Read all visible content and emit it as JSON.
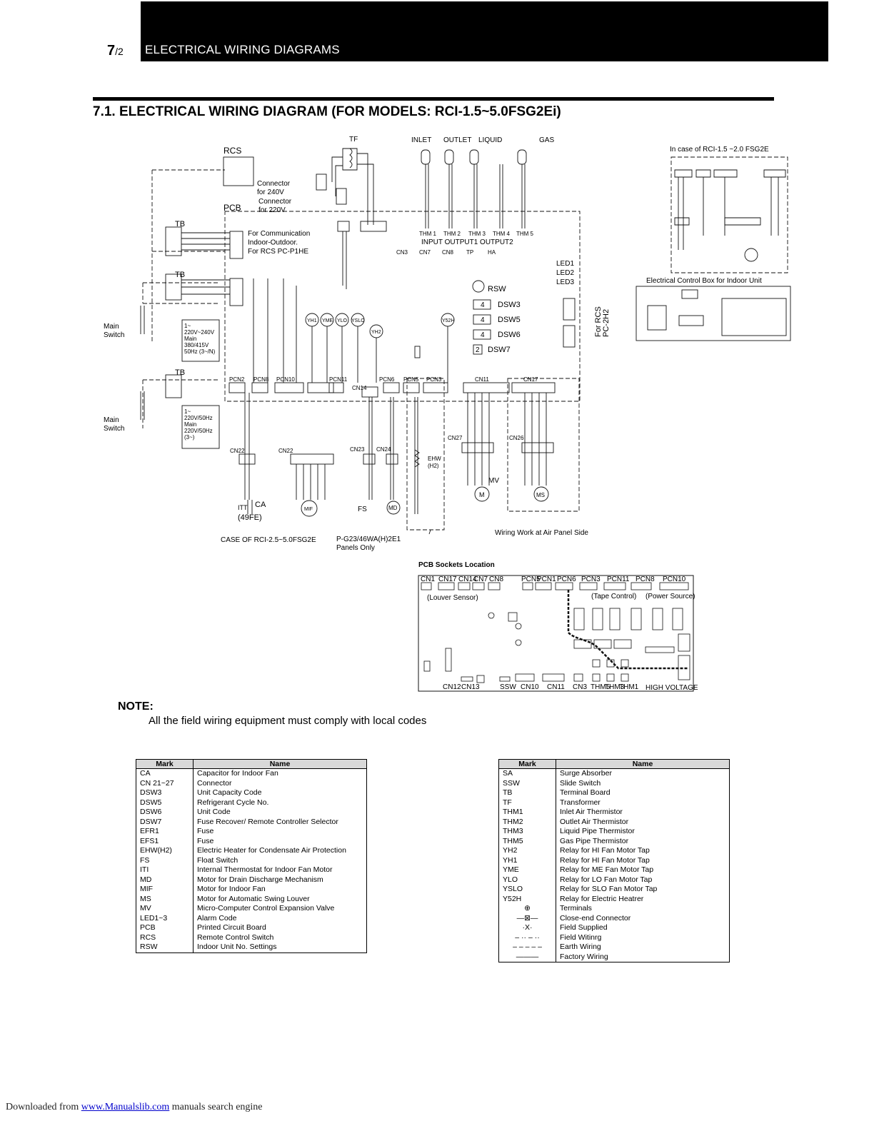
{
  "header": {
    "page_number": "7",
    "page_suffix": "/2",
    "title": "ELECTRICAL WIRING DIAGRAMS"
  },
  "section": {
    "title": "7.1.   ELECTRICAL WIRING DIAGRAM (FOR MODELS: RCI-1.5~5.0FSG2Ei)"
  },
  "diagram": {
    "thermistor_labels": {
      "inlet": "INLET",
      "outlet": "OUTLET",
      "liquid": "LIQUID",
      "gas": "GAS"
    },
    "tf": "TF",
    "rcs": "RCS",
    "pcb": "PCB",
    "tb": "TB",
    "connector_240": "Connector\nfor 240V",
    "connector_220": "Connector\nfor 220V",
    "communication": "For Communication\nIndoor-Outdoor.\nFor RCS PC-P1HE",
    "input_output": "INPUT    OUTPUT1  OUTPUT2",
    "thm": [
      "THM 1",
      "THM 2",
      "THM 3",
      "THM 4",
      "THM 5"
    ],
    "leds": [
      "LED1",
      "LED2",
      "LED3"
    ],
    "switches": [
      {
        "value": "",
        "label": "RSW"
      },
      {
        "value": "4",
        "label": "DSW3"
      },
      {
        "value": "4",
        "label": "DSW5"
      },
      {
        "value": "4",
        "label": "DSW6"
      },
      {
        "value": "2",
        "label": "DSW7"
      }
    ],
    "for_rcs": "For RCS\nPC-2H2",
    "main_switch": "Main\nSwitch",
    "power_1": "1~\n220V~240V\nMain\n380/415V\n50Hz (3~/N)",
    "power_2": "1~\n220V/50Hz\nMain\n220V/50Hz\n(3~)",
    "relays": [
      "YH1",
      "YME",
      "YLO",
      "YSLO",
      "YH2",
      "Y52H"
    ],
    "connectors_top": [
      "CN3",
      "CN7",
      "CN8",
      "TP",
      "HA"
    ],
    "connectors_mid": [
      "PCN2",
      "PCN8",
      "PCN10",
      "PCN11",
      "CN14",
      "PCN6",
      "PCN5",
      "PCN3",
      "CN11",
      "CN17"
    ],
    "connectors_low": [
      "CN22",
      "CN22",
      "CN23",
      "CN24",
      "CN27",
      "CN26"
    ],
    "bottom_labels": {
      "ca": "CA",
      "49fe": "(49FE)",
      "itt": "ITT",
      "mif": "MIF",
      "fs": "FS",
      "md": "MD",
      "ehw": "EHW\n(H2)",
      "mv": "MV",
      "m": "M",
      "ms": "MS"
    },
    "case_label": "CASE OF RCI-2.5~5.0FSG2E",
    "panels_label": "P-G23/46WA(H)2E1\nPanels Only",
    "wiring_label": "Wiring Work at Air Panel Side",
    "inset_title": "In case of RCI-1.5 ~2.0 FSG2E",
    "inset_caption": "Electrical Control Box for Indoor Unit",
    "pcb_sockets_title": "PCB Sockets Location",
    "pcb_top_labels": [
      "CN1",
      "CN17",
      "CN14",
      "CN7",
      "CN8",
      "PCN5",
      "PCN1",
      "PCN6",
      "PCN3",
      "PCN11",
      "PCN8",
      "PCN10"
    ],
    "pcb_bottom_labels": [
      "CN12",
      "CN13",
      "SSW",
      "CN10",
      "CN11",
      "CN3",
      "THM5",
      "THM3",
      "THM1"
    ],
    "louver_sensor": "(Louver Sensor)",
    "tape_control": "(Tape Control)",
    "power_source": "(Power Source)",
    "high_voltage": "HIGH VOLTAGE"
  },
  "note": {
    "title": "NOTE:",
    "text": "All the field wiring equipment must comply with local codes"
  },
  "legend_left": {
    "headers": [
      "Mark",
      "Name"
    ],
    "rows": [
      [
        "CA",
        "Capacitor for Indoor Fan"
      ],
      [
        "CN 21~27",
        "Connector"
      ],
      [
        "DSW3",
        "Unit Capacity Code"
      ],
      [
        "DSW5",
        "Refrigerant Cycle No."
      ],
      [
        "DSW6",
        "Unit Code"
      ],
      [
        "DSW7",
        "Fuse Recover/ Remote Controller Selector"
      ],
      [
        "EFR1",
        "Fuse"
      ],
      [
        "EFS1",
        "Fuse"
      ],
      [
        "EHW(H2)",
        "Electric Heater for Condensate Air Protection"
      ],
      [
        "FS",
        "Float Switch"
      ],
      [
        "ITI",
        "Internal Thermostat for Indoor Fan Motor"
      ],
      [
        "MD",
        "Motor for Drain Discharge Mechanism"
      ],
      [
        "MIF",
        "Motor for Indoor Fan"
      ],
      [
        "MS",
        "Motor for Automatic Swing Louver"
      ],
      [
        "MV",
        "Micro-Computer Control Expansion Valve"
      ],
      [
        "LED1~3",
        "Alarm Code"
      ],
      [
        "PCB",
        "Printed Circuit Board"
      ],
      [
        "RCS",
        "Remote Control Switch"
      ],
      [
        "RSW",
        "Indoor Unit No. Settings"
      ]
    ]
  },
  "legend_right": {
    "headers": [
      "Mark",
      "Name"
    ],
    "rows": [
      [
        "SA",
        "Surge Absorber"
      ],
      [
        "SSW",
        "Slide Switch"
      ],
      [
        "TB",
        "Terminal Board"
      ],
      [
        "TF",
        "Transformer"
      ],
      [
        "THM1",
        "Inlet Air Thermistor"
      ],
      [
        "THM2",
        "Outlet Air Thermistor"
      ],
      [
        "THM3",
        "Liquid Pipe Thermistor"
      ],
      [
        "THM5",
        "Gas Pipe Thermistor"
      ],
      [
        "YH2",
        "Relay for HI Fan Motor Tap"
      ],
      [
        "YH1",
        "Relay for HI Fan Motor Tap"
      ],
      [
        "YME",
        "Relay for ME Fan Motor Tap"
      ],
      [
        "YLO",
        "Relay for LO Fan Motor Tap"
      ],
      [
        "YSLO",
        "Relay for SLO Fan Motor Tap"
      ],
      [
        "Y52H",
        "Relay for Electric Heatrer"
      ],
      [
        "⊕",
        "Terminals"
      ],
      [
        "—⊠—",
        "Close-end Connector"
      ],
      [
        "·X·",
        "Field Supplied"
      ],
      [
        "– ·· – ··",
        "Field Witinrg"
      ],
      [
        "– – – – –",
        "Earth Wiring"
      ],
      [
        "———",
        "Factory Wiring"
      ]
    ]
  },
  "footer": {
    "prefix": "Downloaded from ",
    "link": "www.Manualslib.com",
    "suffix": " manuals search engine"
  }
}
